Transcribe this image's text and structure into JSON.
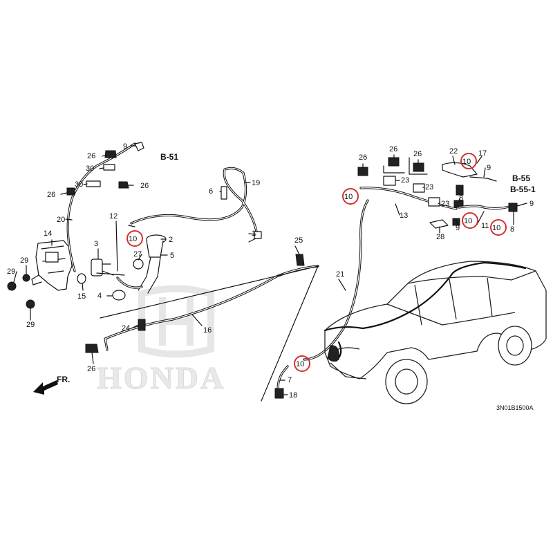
{
  "diagram": {
    "figure_code": "3N01B1500A",
    "front_indicator": "FR.",
    "brand_watermark": "HONDA",
    "reference_labels": [
      {
        "id": "ref-b51",
        "text": "B-51"
      },
      {
        "id": "ref-b55",
        "text": "B-55"
      },
      {
        "id": "ref-b551",
        "text": "B-55-1"
      }
    ],
    "part_callouts": [
      {
        "id": "c1",
        "text": "1"
      },
      {
        "id": "c2",
        "text": "2"
      },
      {
        "id": "c3",
        "text": "3"
      },
      {
        "id": "c4",
        "text": "4"
      },
      {
        "id": "c5",
        "text": "5"
      },
      {
        "id": "c6",
        "text": "6"
      },
      {
        "id": "c7",
        "text": "7"
      },
      {
        "id": "c8a",
        "text": "8"
      },
      {
        "id": "c8b",
        "text": "8"
      },
      {
        "id": "c9a",
        "text": "9"
      },
      {
        "id": "c9b",
        "text": "9"
      },
      {
        "id": "c9c",
        "text": "9"
      },
      {
        "id": "c9d",
        "text": "9"
      },
      {
        "id": "c11",
        "text": "11"
      },
      {
        "id": "c12",
        "text": "12"
      },
      {
        "id": "c13",
        "text": "13"
      },
      {
        "id": "c14",
        "text": "14"
      },
      {
        "id": "c15",
        "text": "15"
      },
      {
        "id": "c16",
        "text": "16"
      },
      {
        "id": "c17",
        "text": "17"
      },
      {
        "id": "c18",
        "text": "18"
      },
      {
        "id": "c19",
        "text": "19"
      },
      {
        "id": "c20",
        "text": "20"
      },
      {
        "id": "c21",
        "text": "21"
      },
      {
        "id": "c22",
        "text": "22"
      },
      {
        "id": "c23a",
        "text": "23"
      },
      {
        "id": "c23b",
        "text": "23"
      },
      {
        "id": "c23c",
        "text": "23"
      },
      {
        "id": "c24",
        "text": "24"
      },
      {
        "id": "c25",
        "text": "25"
      },
      {
        "id": "c26a",
        "text": "26"
      },
      {
        "id": "c26b",
        "text": "26"
      },
      {
        "id": "c26c",
        "text": "26"
      },
      {
        "id": "c26d",
        "text": "26"
      },
      {
        "id": "c26e",
        "text": "26"
      },
      {
        "id": "c26f",
        "text": "26"
      },
      {
        "id": "c26g",
        "text": "26"
      },
      {
        "id": "c27",
        "text": "27"
      },
      {
        "id": "c28",
        "text": "28"
      },
      {
        "id": "c29a",
        "text": "29"
      },
      {
        "id": "c29b",
        "text": "29"
      },
      {
        "id": "c29c",
        "text": "29"
      },
      {
        "id": "c30a",
        "text": "30"
      },
      {
        "id": "c30b",
        "text": "30"
      }
    ],
    "highlighted_callouts": [
      {
        "id": "h1",
        "text": "10"
      },
      {
        "id": "h2",
        "text": "10"
      },
      {
        "id": "h3",
        "text": "10"
      },
      {
        "id": "h4",
        "text": "10"
      },
      {
        "id": "h5",
        "text": "10"
      },
      {
        "id": "h6",
        "text": "10"
      }
    ],
    "highlight_color": "#d32f2f"
  }
}
